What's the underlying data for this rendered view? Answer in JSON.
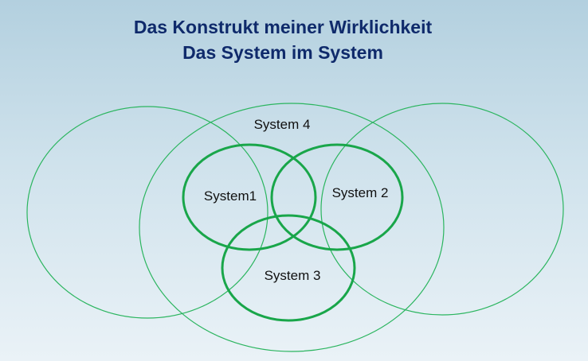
{
  "title": {
    "line1": "Das Konstrukt meiner Wirklichkeit",
    "line2": "Das System im System"
  },
  "diagram": {
    "outer_color": "#2bb55f",
    "inner_color": "#19a64a",
    "labels": {
      "system4": "System 4",
      "system1": "System1",
      "system2": "System 2",
      "system3": "System 3"
    }
  }
}
